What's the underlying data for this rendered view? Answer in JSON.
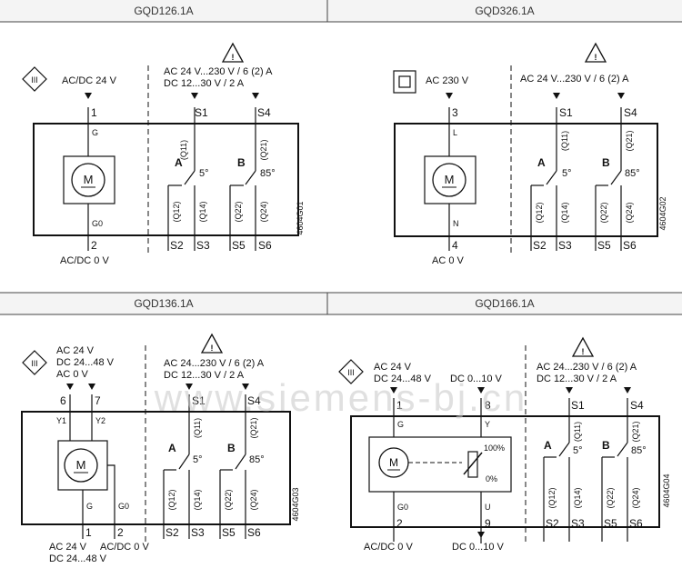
{
  "panels": [
    {
      "title": "GQD126.1A",
      "class_symbol": "III",
      "supply_top": "AC/DC 24 V",
      "switch_rating": [
        "AC 24 V...230 V / 6 (2) A",
        "DC 12...30 V / 2 A"
      ],
      "motor_label": "M",
      "top_terminal": "1",
      "top_inner": "G",
      "bottom_terminal": "2",
      "bottom_inner": "G0",
      "supply_bottom": "AC/DC 0 V",
      "code": "4604G01",
      "switch_a": {
        "label": "A",
        "angle": "5°",
        "common": "S1",
        "q_common": "(Q11)",
        "nc": "S2",
        "no": "S3",
        "q_nc": "(Q12)",
        "q_no": "(Q14)"
      },
      "switch_b": {
        "label": "B",
        "angle": "85°",
        "common": "S4",
        "q_common": "(Q21)",
        "nc": "S5",
        "no": "S6",
        "q_nc": "(Q22)",
        "q_no": "(Q24)"
      }
    },
    {
      "title": "GQD326.1A",
      "class_symbol": "II",
      "supply_top": "AC 230 V",
      "switch_rating": [
        "AC 24 V...230 V / 6 (2) A"
      ],
      "motor_label": "M",
      "top_terminal": "3",
      "top_inner": "L",
      "bottom_terminal": "4",
      "bottom_inner": "N",
      "supply_bottom": "AC 0 V",
      "code": "4604G02",
      "switch_a": {
        "label": "A",
        "angle": "5°",
        "common": "S1",
        "q_common": "(Q11)",
        "nc": "S2",
        "no": "S3",
        "q_nc": "(Q12)",
        "q_no": "(Q14)"
      },
      "switch_b": {
        "label": "B",
        "angle": "85°",
        "common": "S4",
        "q_common": "(Q21)",
        "nc": "S5",
        "no": "S6",
        "q_nc": "(Q22)",
        "q_no": "(Q24)"
      }
    },
    {
      "title": "GQD136.1A",
      "class_symbol": "III",
      "supply_top": [
        "AC 24 V",
        "DC 24...48 V",
        "AC 0 V"
      ],
      "switch_rating": [
        "AC 24...230 V / 6 (2) A",
        "DC 12...30 V / 2 A"
      ],
      "motor_label": "M",
      "terminals_top": [
        "6",
        "7"
      ],
      "inner_top": [
        "Y1",
        "Y2"
      ],
      "terminals_bottom": [
        "1",
        "2"
      ],
      "inner_bottom": [
        "G",
        "G0"
      ],
      "supply_bottom": [
        "AC 24 V",
        "DC 24...48 V",
        "AC/DC 0 V"
      ],
      "code": "4604G03",
      "switch_a": {
        "label": "A",
        "angle": "5°",
        "common": "S1",
        "q_common": "(Q11)",
        "nc": "S2",
        "no": "S3",
        "q_nc": "(Q12)",
        "q_no": "(Q14)"
      },
      "switch_b": {
        "label": "B",
        "angle": "85°",
        "common": "S4",
        "q_common": "(Q21)",
        "nc": "S5",
        "no": "S6",
        "q_nc": "(Q22)",
        "q_no": "(Q24)"
      }
    },
    {
      "title": "GQD166.1A",
      "class_symbol": "III",
      "supply_top": [
        "AC 24 V",
        "DC 24...48 V"
      ],
      "signal_in": "DC 0...10 V",
      "switch_rating": [
        "AC 24...230 V / 6 (2) A",
        "DC 12...30 V / 2 A"
      ],
      "motor_label": "M",
      "terminals_top": [
        "1",
        "8"
      ],
      "inner_top": [
        "G",
        "Y"
      ],
      "terminals_bottom": [
        "2",
        "9"
      ],
      "inner_bottom": [
        "G0",
        "U"
      ],
      "percent_top": "100%",
      "percent_bottom": "0%",
      "supply_bottom": "AC/DC 0 V",
      "signal_out": "DC 0...10 V",
      "code": "4604G04",
      "switch_a": {
        "label": "A",
        "angle": "5°",
        "common": "S1",
        "q_common": "(Q11)",
        "nc": "S2",
        "no": "S3",
        "q_nc": "(Q12)",
        "q_no": "(Q14)"
      },
      "switch_b": {
        "label": "B",
        "angle": "85°",
        "common": "S4",
        "q_common": "(Q21)",
        "nc": "S5",
        "no": "S6",
        "q_nc": "(Q22)",
        "q_no": "(Q24)"
      }
    }
  ],
  "watermark": "www.siemens-bj.cn",
  "warning_symbol": "!"
}
